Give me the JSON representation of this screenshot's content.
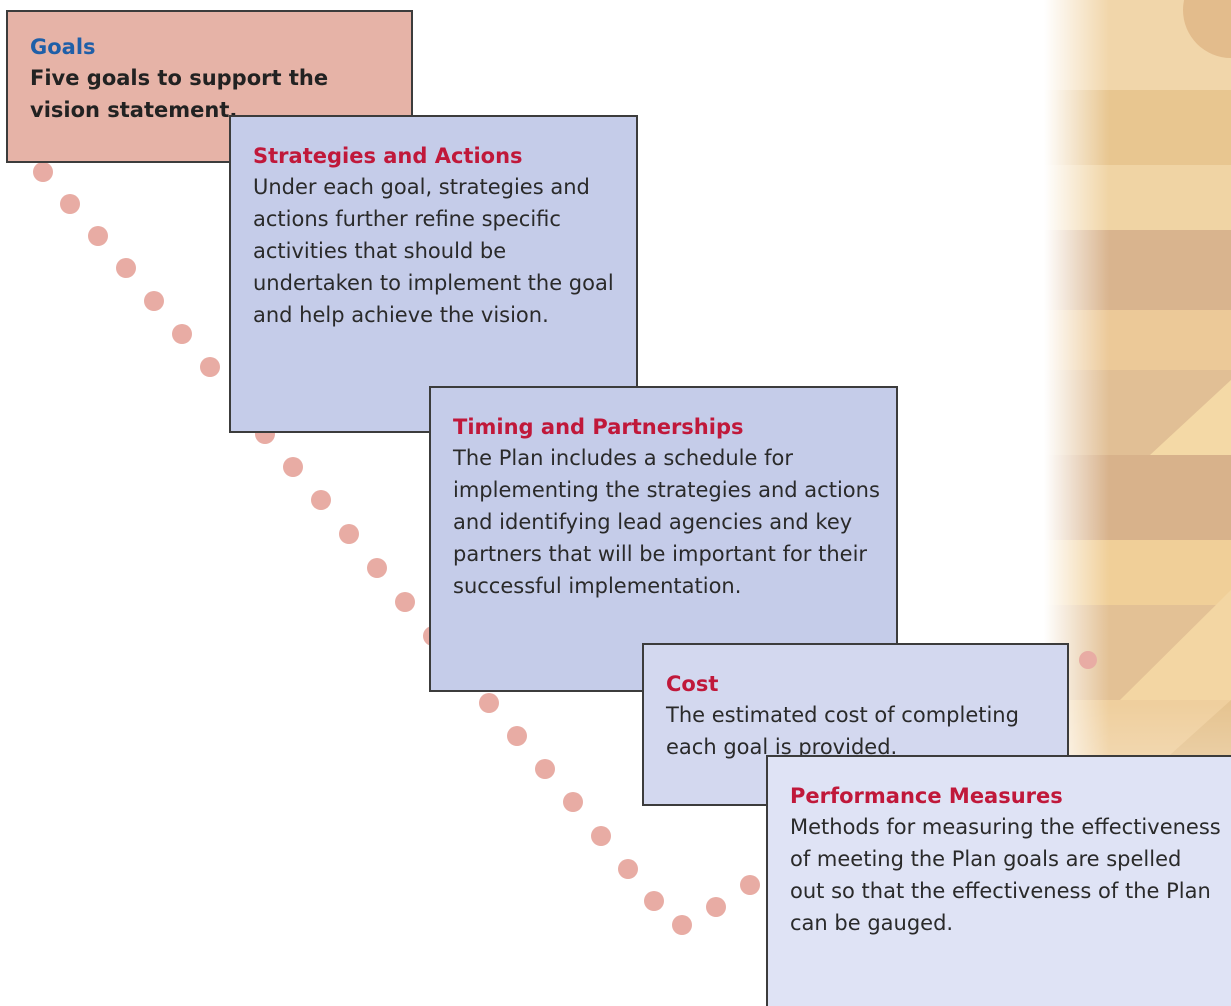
{
  "boxes": {
    "goals": {
      "title": "Goals",
      "body": "Five goals to support the vision statement."
    },
    "strategies": {
      "title": "Strategies and Actions",
      "body": "Under each goal, strategies and actions further refine specific activities that should be undertaken to implement the goal and help achieve the vision."
    },
    "timing": {
      "title": "Timing and Partnerships",
      "body": "The Plan includes a schedule for implementing the strategies and actions and identifying lead agencies and key partners that will be important for their successful implementation."
    },
    "cost": {
      "title": "Cost",
      "body": "The estimated cost of completing each goal is provided."
    },
    "performance": {
      "title": "Performance Measures",
      "body": "Methods for measuring the effectiveness of meeting the Plan goals are spelled out so that the effectiveness of the Plan can be gauged."
    }
  },
  "colors": {
    "goals_fill": "#e6b3a7",
    "box_fill": "#c5cce9",
    "goals_title": "#1f5fa8",
    "section_title": "#c0183a",
    "dot": "#e8aca4",
    "background_art": "#e9c996"
  }
}
